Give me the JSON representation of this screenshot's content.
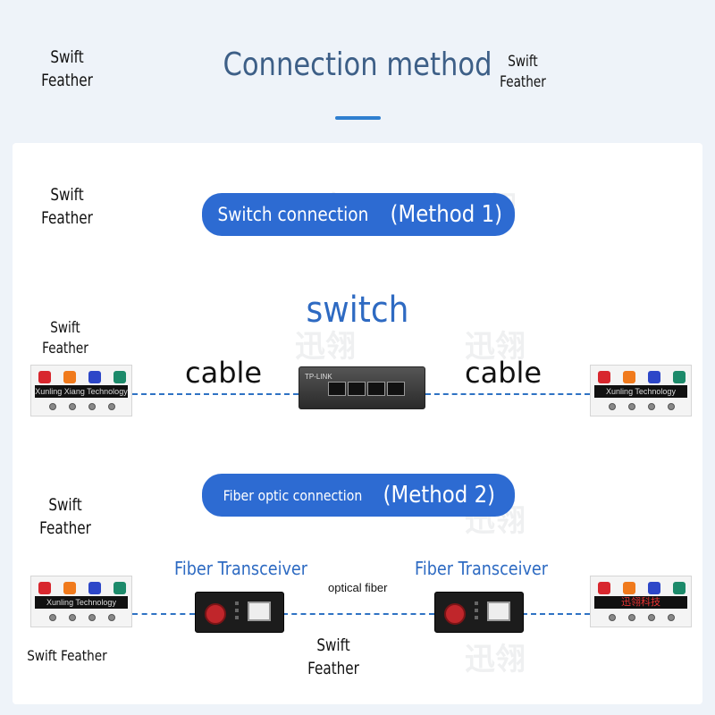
{
  "header": {
    "title": "Connection method"
  },
  "watermarks": {
    "tl": [
      "Swift",
      "Feather"
    ],
    "tr": [
      "Swift",
      "Feather"
    ],
    "m1": [
      "Swift",
      "Feather"
    ],
    "m2": [
      "Swift",
      "Feather"
    ],
    "m3": [
      "Swift",
      "Feather"
    ],
    "bottom_left": "Swift Feather",
    "bottom_center": [
      "Swift",
      "Feather"
    ],
    "cn": "迅翎"
  },
  "method1": {
    "label_main": "Switch connection",
    "label_method": "(Method 1)",
    "switch_label": "switch",
    "cable_left": "cable",
    "cable_right": "cable",
    "left_device_text": "Xunling Xiang Technology",
    "right_device_text": "Xunling Technology",
    "switch_brand": "TP-LINK"
  },
  "method2": {
    "label_main": "Fiber optic connection",
    "label_method": "(Method 2)",
    "transceiver_left": "Fiber Transceiver",
    "transceiver_right": "Fiber Transceiver",
    "fiber_label": "optical fiber",
    "left_device_text": "Xunling Technology",
    "right_device_text": "迅翎科技"
  },
  "colors": {
    "accent": "#2d6bd2",
    "title": "#3d5f87",
    "dash": "#2f73c4"
  }
}
